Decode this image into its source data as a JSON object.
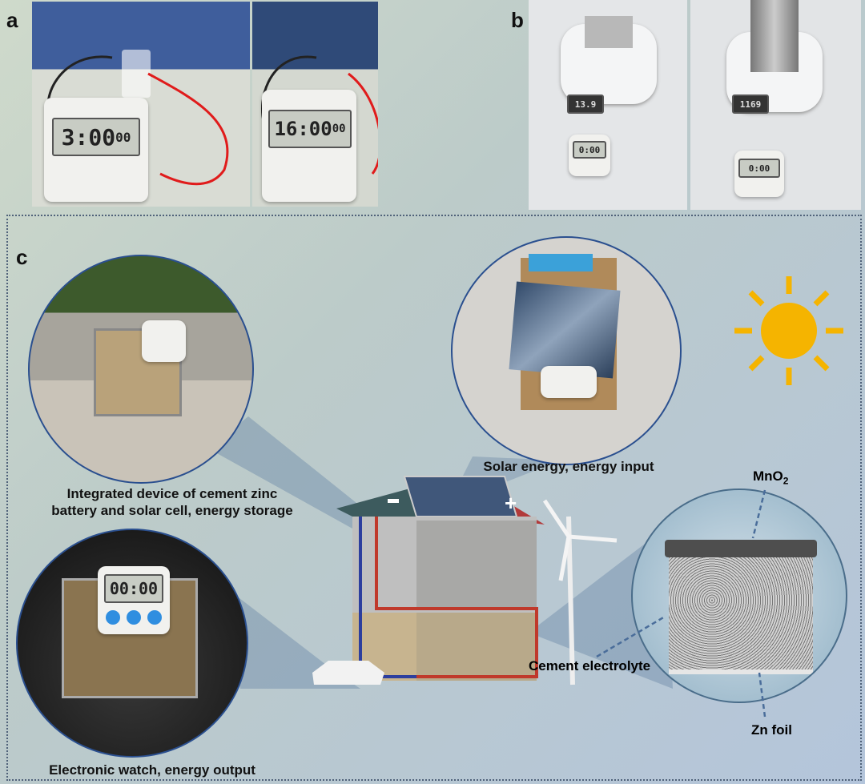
{
  "panels": {
    "a": "a",
    "b": "b",
    "c": "c"
  },
  "panel_a": {
    "timer_left": "3:00",
    "timer_left_sub": "00",
    "timer_right": "16:00",
    "timer_right_sub": "00"
  },
  "panel_b": {
    "scale_left": "13.9",
    "scale_right": "1169",
    "watch": "0:00"
  },
  "panel_c": {
    "caption_storage_line1": "Integrated device of cement zinc",
    "caption_storage_line2": "battery and solar cell, energy storage",
    "caption_input": "Solar energy, energy input",
    "caption_output": "Electronic watch, energy output",
    "watch_display": "00:00",
    "layer_top": "MnO",
    "layer_top_sub": "2",
    "layer_middle": "Cement electrolyte",
    "layer_bottom": "Zn foil",
    "plus": "+",
    "minus": "−"
  },
  "colors": {
    "sun": "#f5b400",
    "circle_border": "#2a4f8f",
    "positive": "#c0392b",
    "negative": "#2c3e9e"
  }
}
